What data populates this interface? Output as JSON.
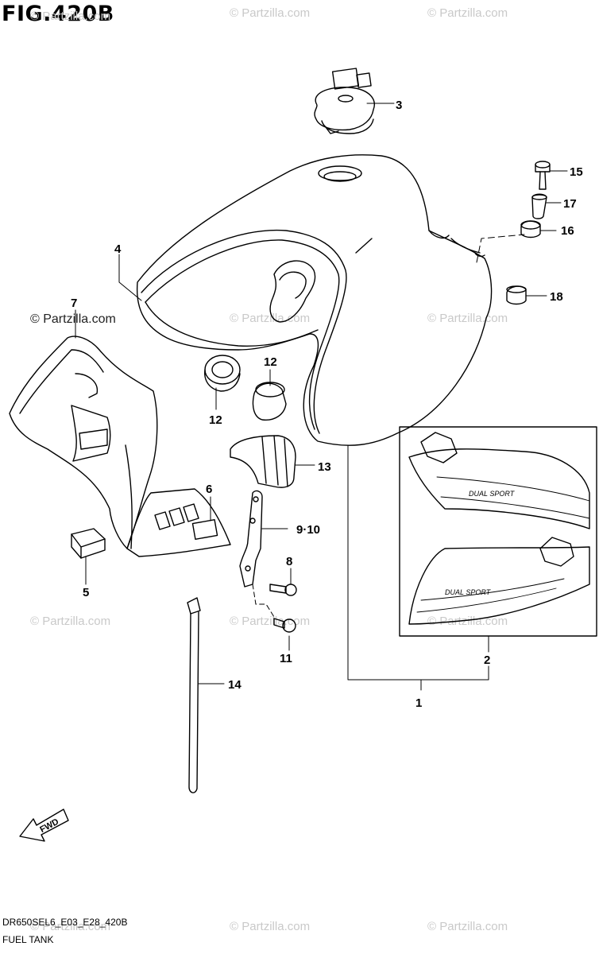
{
  "figure": {
    "title": "FIG.420B",
    "model_code": "DR650SEL6_E03_E28_420B",
    "caption": "FUEL TANK"
  },
  "watermarks": {
    "text": "© Partzilla.com",
    "dark_text": "© Partzilla.com"
  },
  "direction_arrow": {
    "label": "FWD"
  },
  "decal": {
    "text": "DUAL SPORT"
  },
  "callouts": [
    "1",
    "2",
    "3",
    "4",
    "5",
    "6",
    "7",
    "8",
    "9·10",
    "11",
    "12",
    "12",
    "13",
    "14",
    "15",
    "16",
    "17",
    "18"
  ]
}
